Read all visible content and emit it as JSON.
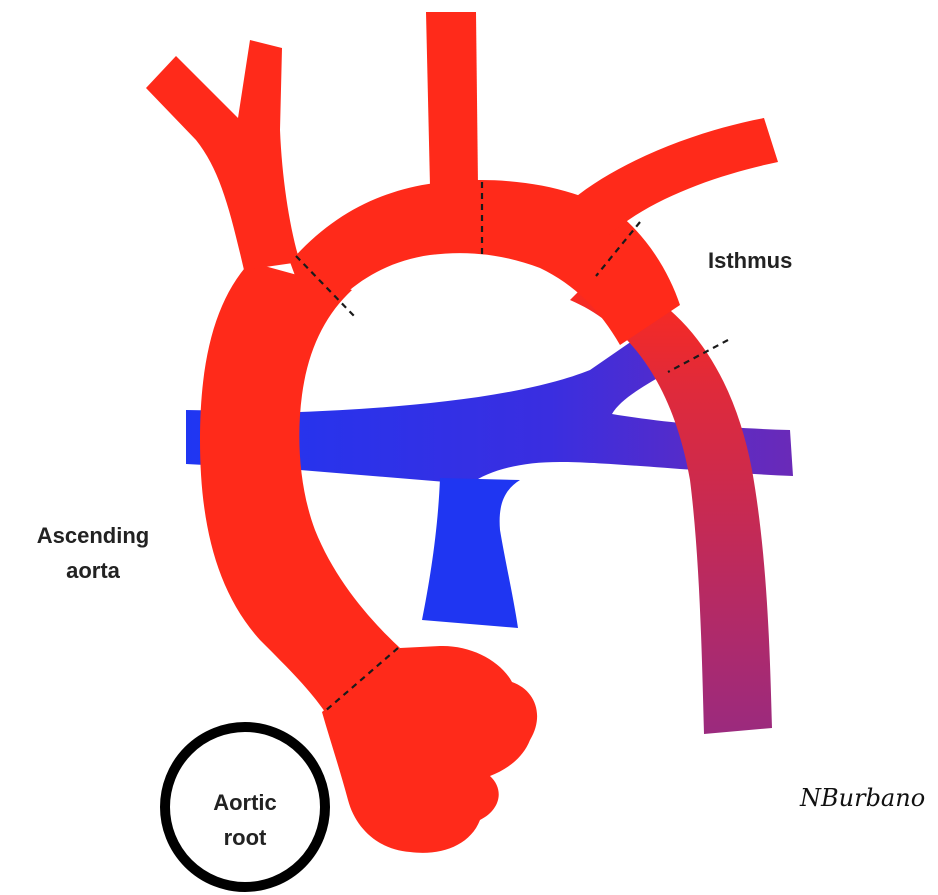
{
  "labels": {
    "isthmus": "Isthmus",
    "ascending_line1": "Ascending",
    "ascending_line2": "aorta",
    "aortic_root_line1": "Aortic",
    "aortic_root_line2": "root"
  },
  "signature": "NBurbano",
  "colors": {
    "aorta_red": "#ff2a1a",
    "descending_purple": "#9b2a7e",
    "pulmonary_blue": "#1f36f2",
    "boundary_line": "#1a1a1a",
    "highlight_ring": "#000000",
    "background": "#ffffff"
  }
}
